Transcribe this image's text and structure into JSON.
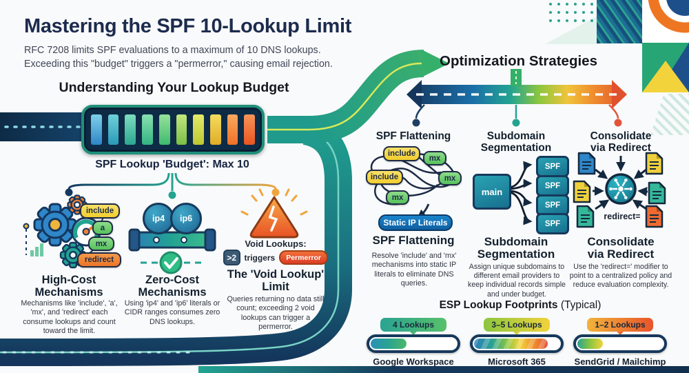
{
  "header": {
    "title": "Mastering the SPF 10-Lookup Limit",
    "subtitle1": "RFC 7208 limits SPF evaluations to a maximum of 10 DNS lookups.",
    "subtitle2": "Exceeding this \"budget\" triggers a \"permerror,\" causing email rejection."
  },
  "budget": {
    "heading": "Understanding Your Lookup Budget",
    "gauge_label": "SPF Lookup 'Budget': Max 10",
    "segment_count": 10
  },
  "mechanisms": {
    "high_cost": {
      "tags": [
        "include",
        "a",
        "mx",
        "redirect"
      ],
      "title": "High-Cost Mechanisms",
      "body": "Mechanisms like 'include', 'a', 'mx', and 'redirect' each consume lookups and count toward the limit."
    },
    "zero_cost": {
      "pills": [
        "ip4",
        "ip6"
      ],
      "title": "Zero-Cost Mechanisms",
      "body": "Using 'ip4' and 'ip6' literals or CIDR ranges consumes zero DNS lookups."
    },
    "void_lookup": {
      "label": "Void Lookups:",
      "threshold": ">2",
      "connector": "triggers",
      "result": "Permerror",
      "title": "The 'Void Lookup' Limit",
      "body": "Queries returning no data still count; exceeding 2 void lookups can trigger a permerror."
    }
  },
  "strategies": {
    "heading": "Optimization Strategies",
    "flattening": {
      "top_label": "SPF Flattening",
      "tags": [
        "include",
        "mx",
        "include",
        "mx",
        "mx"
      ],
      "result_pill": "Static IP Literals",
      "title": "SPF Flattening",
      "body": "Resolve 'include' and 'mx' mechanisms into static IP literals to eliminate DNS queries."
    },
    "subdomain": {
      "top_label": "Subdomain Segmentation",
      "main_box": "main",
      "spf_boxes": [
        "SPF",
        "SPF",
        "SPF",
        "SPF"
      ],
      "title": "Subdomain Segmentation",
      "body": "Assign unique subdomains to different email providers to keep individual records simple and under budget."
    },
    "redirect": {
      "top_label": "Consolidate via Redirect",
      "modifier_label": "redirect=",
      "title": "Consolidate via Redirect",
      "body": "Use the 'redirect=' modifier to point to a centralized policy and reduce evaluation complexity."
    }
  },
  "esp": {
    "heading_bold": "ESP Lookup Footprints",
    "heading_note": " (Typical)",
    "providers": [
      {
        "badge": "4 Lookups",
        "name": "Google Workspace",
        "fill_percent": 42
      },
      {
        "badge": "3–5 Lookups",
        "name": "Microsoft 365",
        "fill_percent": 86
      },
      {
        "badge": "1–2 Lookups",
        "name": "SendGrid / Mailchimp",
        "fill_percent": 30
      }
    ]
  },
  "colors": {
    "navy": "#16395c",
    "teal": "#23a392",
    "orange": "#ee7623",
    "warning_red": "#e0512e",
    "accent_yellow": "#f2d33c"
  }
}
